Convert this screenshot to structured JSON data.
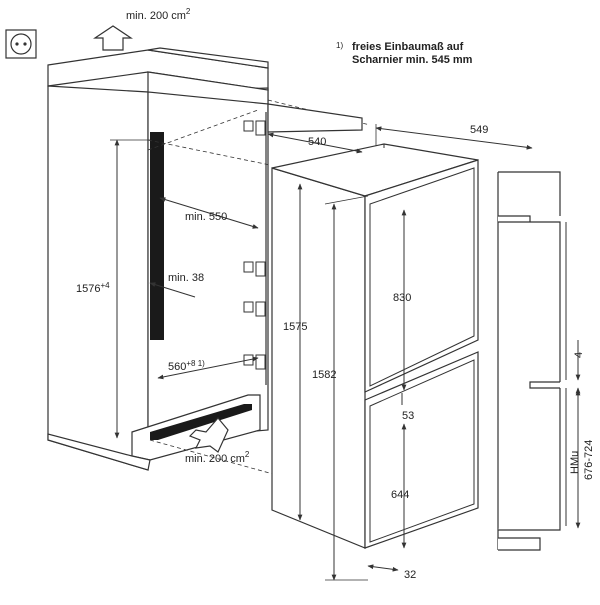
{
  "top_vent": {
    "label": "min. 200 cm",
    "sup": "2"
  },
  "bottom_vent": {
    "label": "min. 200 cm",
    "sup": "2"
  },
  "note": {
    "marker": "1)",
    "line1": "freies Einbaumaß auf",
    "line2": "Scharnier min. 545 mm"
  },
  "dims": {
    "depth_540": "540",
    "depth_549": "549",
    "min_550": "min. 550",
    "min_38": "min. 38",
    "niche_height": "1576",
    "niche_height_sup": "+4",
    "width_560": "560",
    "width_560_sup": "+8 1)",
    "h_1575": "1575",
    "h_1582": "1582",
    "h_830": "830",
    "h_53": "53",
    "h_644": "644",
    "h_32": "32",
    "side_4": "4",
    "hmu_label": "HMu",
    "hmu_range": "676-724"
  },
  "colors": {
    "line": "#333333",
    "fill": "#ffffff",
    "dark": "#1a1a1a"
  }
}
